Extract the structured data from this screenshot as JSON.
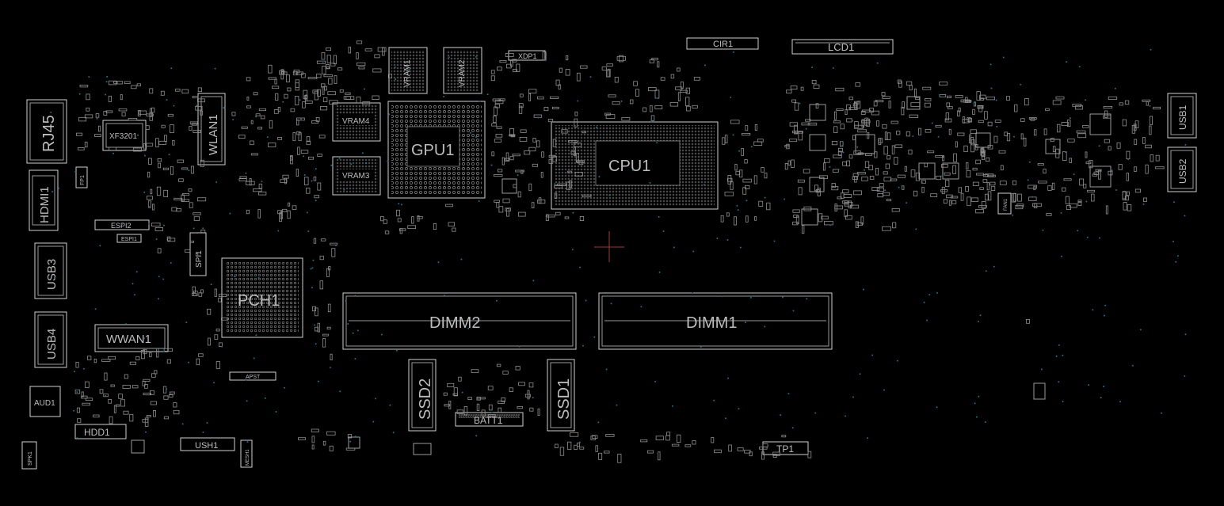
{
  "view": {
    "background": "#000000",
    "outline_color": "#cfcfcf",
    "label_color": "#bdbdbd",
    "via_color": "#1f6f8a",
    "cursor_color": "#9c3a3a"
  },
  "components": {
    "rj45": "RJ45",
    "xf3201": "XF3201",
    "hdmi1": "HDMI1",
    "fp1": "FP1",
    "espi2": "ESPI2",
    "espi1": "ESPI1",
    "usb3": "USB3",
    "usb4": "USB4",
    "wwan1": "WWAN1",
    "aud1": "AUD1",
    "hdd1": "HDD1",
    "spk1": "SPK1",
    "ush1": "USH1",
    "mesh1": "MESH1",
    "wlan1": "WLAN1",
    "spi1": "SPI1",
    "pch1": "PCH1",
    "apst": "APST",
    "vram1": "VRAM1",
    "vram2": "VRAM2",
    "vram3": "VRAM3",
    "vram4": "VRAM4",
    "gpu1": "GPU1",
    "xdp1": "XDP1",
    "cpu1": "CPU1",
    "cir1": "CIR1",
    "lcd1": "LCD1",
    "dimm2": "DIMM2",
    "dimm1": "DIMM1",
    "ssd2": "SSD2",
    "ssd1": "SSD1",
    "batt1": "BATT1",
    "tp1": "TP1",
    "usb1": "USB1",
    "usb2": "USB2",
    "fan1": "FAN1"
  }
}
